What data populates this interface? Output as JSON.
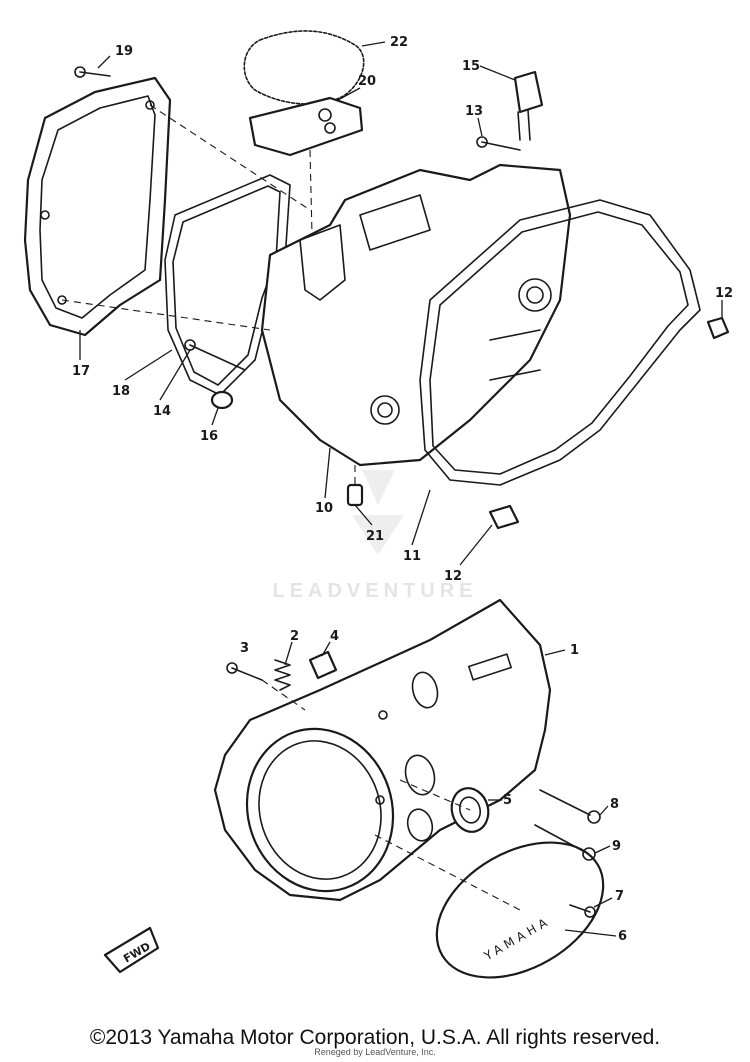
{
  "watermark": "LEADVENTURE",
  "fwd_label": "FWD",
  "cover_text": "YAMAHA",
  "copyright": "©2013 Yamaha Motor Corporation, U.S.A. All rights reserved.",
  "credit": "Reneged by LeadVenture, Inc.",
  "callouts": [
    "1",
    "2",
    "3",
    "4",
    "5",
    "6",
    "7",
    "8",
    "9",
    "10",
    "11",
    "12",
    "12",
    "13",
    "14",
    "15",
    "16",
    "17",
    "18",
    "19",
    "20",
    "21",
    "22"
  ]
}
